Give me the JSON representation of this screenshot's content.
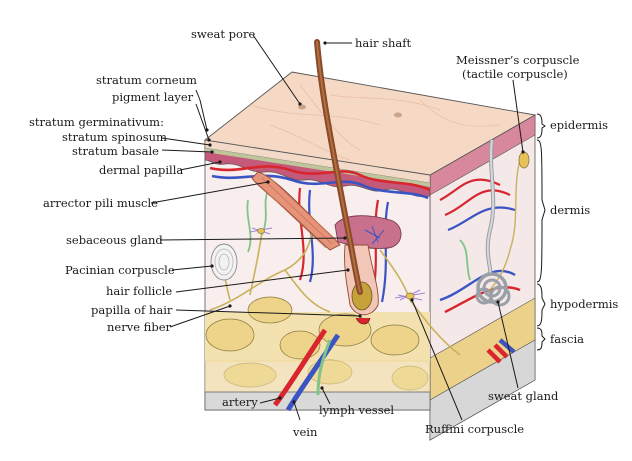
{
  "diagram": {
    "labels": {
      "sweat_pore": "sweat pore",
      "hair_shaft": "hair shaft",
      "meissner_line1": "Meissner’s corpuscle",
      "meissner_line2": "(tactile corpuscle)",
      "stratum_corneum": "stratum corneum",
      "pigment_layer": "pigment layer",
      "stratum_germinativum": "stratum germinativum:",
      "stratum_spinosum": "stratum spinosum",
      "stratum_basale": "stratum basale",
      "dermal_papilla": "dermal papilla",
      "arrector_pili": "arrector pili muscle",
      "sebaceous_gland": "sebaceous gland",
      "pacinian_corpuscle": "Pacinian corpuscle",
      "hair_follicle": "hair follicle",
      "papilla_of_hair": "papilla of hair",
      "nerve_fiber": "nerve fiber",
      "artery": "artery",
      "vein": "vein",
      "lymph_vessel": "lymph vessel",
      "ruffini_corpuscle": "Ruffini corpuscle",
      "sweat_gland": "sweat gland"
    },
    "layers": {
      "epidermis": "epidermis",
      "dermis": "dermis",
      "hypodermis": "hypodermis",
      "fascia": "fascia"
    },
    "colors": {
      "skin_surface": "#f6d9c4",
      "epidermis_band": "#c05670",
      "dermis": "#f7eeee",
      "fat": "#edd48a",
      "fascia": "#d9d9d9",
      "artery": "#d8262e",
      "vein": "#3b54c4",
      "lymph": "#7fc488",
      "nerve": "#c9b25a",
      "hair": "#8a4a2b",
      "muscle": "#e59479",
      "gland": "#c9718c",
      "outline": "#1a1a1a"
    }
  }
}
